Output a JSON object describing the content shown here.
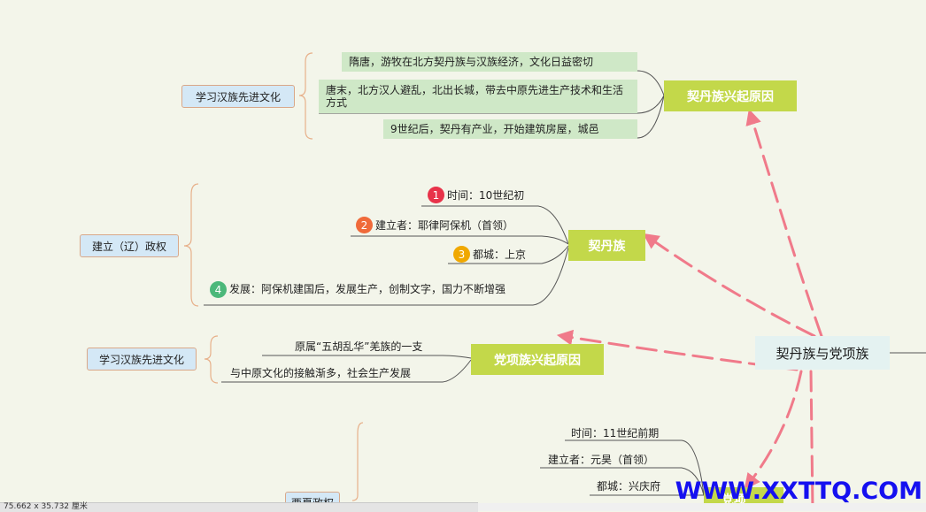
{
  "central": {
    "label": "契丹族与党项族"
  },
  "khitan_rise": {
    "label": "契丹族兴起原因",
    "group_label": "学习汉族先进文化",
    "items": [
      "隋唐，游牧在北方契丹族与汉族经济，文化日益密切",
      "唐末，北方汉人避乱，北出长城，带去中原先进生产技术和生活方式",
      "9世纪后，契丹有产业，开始建筑房屋，城邑"
    ]
  },
  "khitan": {
    "label": "契丹族",
    "group_label": "建立（辽）政权",
    "items": [
      {
        "marker": "1",
        "text": "时间：10世纪初"
      },
      {
        "marker": "2",
        "text": "建立者：耶律阿保机（首领）"
      },
      {
        "marker": "3",
        "text": "都城：上京"
      },
      {
        "marker": "4",
        "text": "发展：阿保机建国后，发展生产，创制文字，国力不断增强"
      }
    ]
  },
  "tangut_rise": {
    "label": "党项族兴起原因",
    "group_label": "学习汉族先进文化",
    "items": [
      "原属“五胡乱华”羌族的一支",
      "与中原文化的接触渐多，社会生产发展"
    ]
  },
  "tangut": {
    "label": "党项族",
    "label_visible": "党项",
    "group_label": "西夏政权",
    "items": [
      "时间：11世纪前期",
      "建立者：元昊（首领）",
      "都城：兴庆府"
    ]
  },
  "watermark": "WWW.XXTTQ.COM",
  "status_bar": {
    "size_text": "75.662 x 35.732 厘米"
  },
  "colors": {
    "background": "#f3f5ea",
    "green_topic": "#c3d84a",
    "leaf_box": "#cfe8c7",
    "blue_topic": "#d4e8f6",
    "arrow": "#f07a8a",
    "marker1": "#e8334a",
    "marker2": "#f06a3a",
    "marker3": "#f0a800",
    "marker4": "#4bb87a"
  }
}
